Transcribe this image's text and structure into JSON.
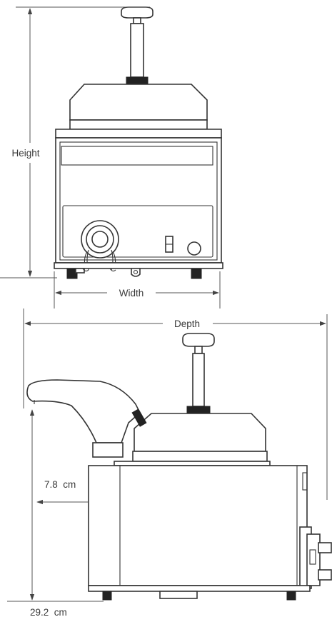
{
  "labels": {
    "height": "Height",
    "width": "Width",
    "depth": "Depth",
    "offset_measure": "7.8  cm",
    "height_measure": "29.2  cm"
  },
  "colors": {
    "line": "#333333",
    "label": "#3a3a3a",
    "background": "#ffffff"
  }
}
